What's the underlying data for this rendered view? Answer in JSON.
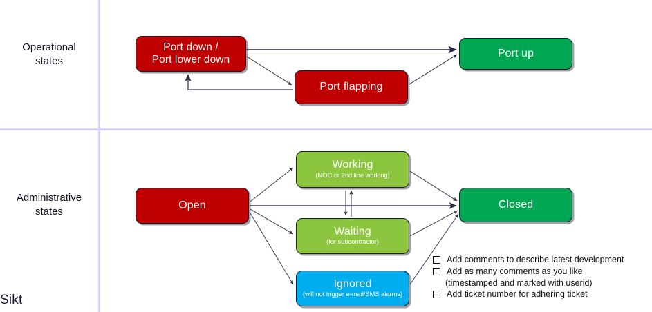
{
  "diagram": {
    "rows": [
      {
        "id": "operational",
        "caption_line1": "Operational",
        "caption_line2": "states"
      },
      {
        "id": "administrative",
        "caption_line1": "Administrative",
        "caption_line2": "states"
      }
    ],
    "nodes": {
      "port_down": {
        "label": "Port down /\nPort lower down",
        "line1": "Port down /",
        "line2": "Port lower down",
        "color": "#c00000"
      },
      "port_flapping": {
        "label": "Port flapping",
        "color": "#c00000"
      },
      "port_up": {
        "label": "Port up",
        "color": "#00a651"
      },
      "open": {
        "label": "Open",
        "color": "#c00000"
      },
      "working": {
        "label": "Working",
        "sub": "(NOC or 2nd line working)",
        "color": "#8cc63e"
      },
      "waiting": {
        "label": "Waiting",
        "sub": "(for subcontractor)",
        "color": "#8cc63e"
      },
      "ignored": {
        "label": "Ignored",
        "sub": "(will not trigger e-mail/SMS alarms)",
        "color": "#00aeef"
      },
      "closed": {
        "label": "Closed",
        "color": "#00a651"
      }
    },
    "transitions": [
      {
        "from": "port_down",
        "to": "port_up"
      },
      {
        "from": "port_down",
        "to": "port_flapping"
      },
      {
        "from": "port_flapping",
        "to": "port_down"
      },
      {
        "from": "port_flapping",
        "to": "port_up"
      },
      {
        "from": "open",
        "to": "working"
      },
      {
        "from": "open",
        "to": "waiting"
      },
      {
        "from": "open",
        "to": "ignored"
      },
      {
        "from": "open",
        "to": "closed"
      },
      {
        "from": "working",
        "to": "closed"
      },
      {
        "from": "waiting",
        "to": "working"
      },
      {
        "from": "waiting",
        "to": "closed"
      },
      {
        "from": "ignored",
        "to": "closed"
      }
    ]
  },
  "checklist": {
    "items": [
      {
        "text": "Add comments to describe latest development",
        "cont": ""
      },
      {
        "text": "Add as many comments as you like",
        "cont": "(timestamped and marked with userid)"
      },
      {
        "text": "Add ticket number for adhering ticket",
        "cont": ""
      }
    ]
  },
  "brand": {
    "name": "Sikt"
  },
  "colors": {
    "red": "#c00000",
    "green": "#00a651",
    "light_green": "#8cc63e",
    "blue": "#00aeef",
    "divider": "#d6d2f7",
    "arrow": "#4a4a66",
    "text": "#111118"
  }
}
